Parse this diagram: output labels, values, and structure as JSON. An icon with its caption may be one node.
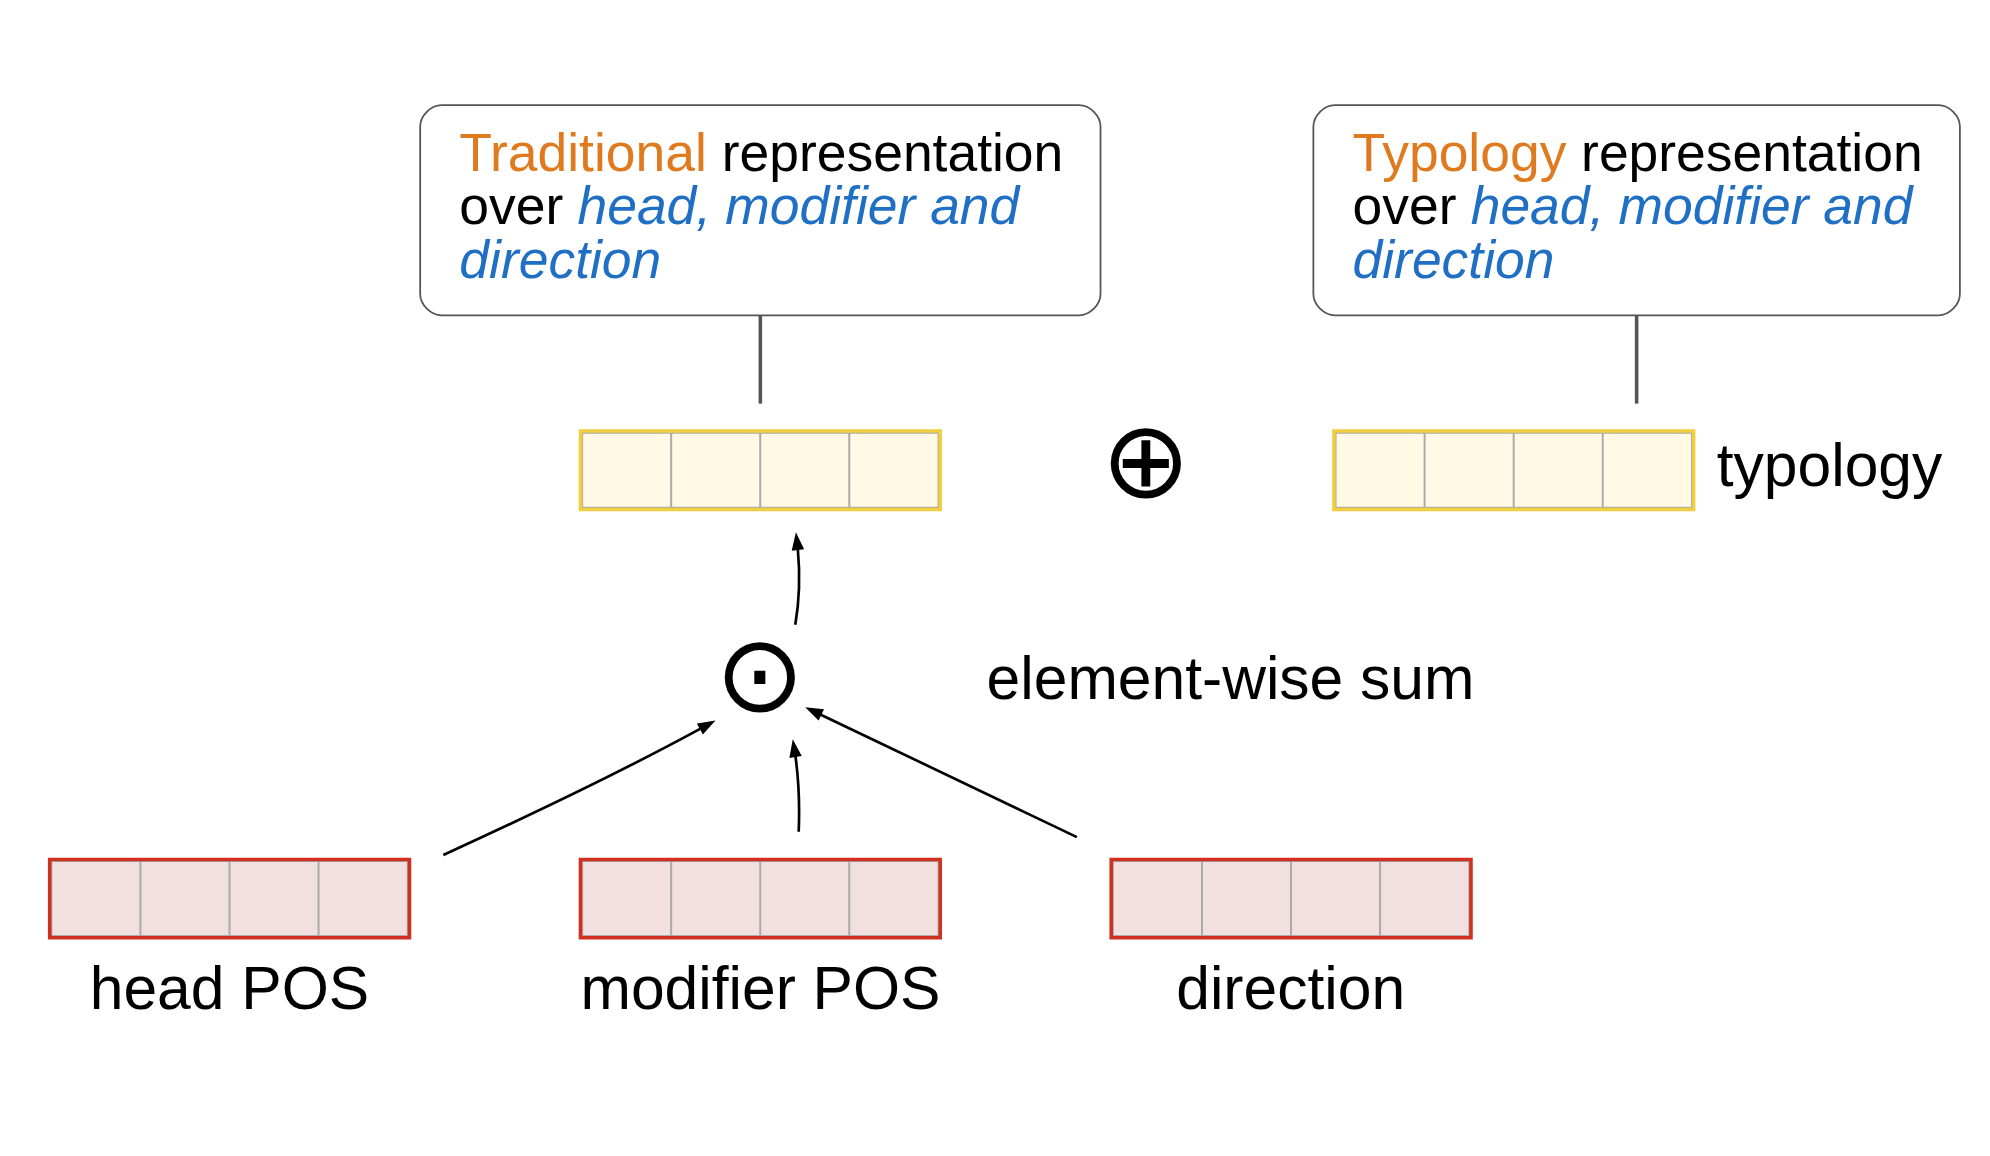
{
  "diagram": {
    "nodes": [
      {
        "text": [
          "Traditional representation over *head, modifier and direction*"
        ]
      },
      {
        "text": [
          "Typology representation over *head, modifier and direction*"
        ]
      },
      {
        "text": [],
        "shape": "bar"
      },
      {
        "text": [
          "⊕"
        ]
      },
      {
        "text": [],
        "shape": "bar",
        "beside": [
          "typology"
        ]
      },
      {
        "text": [
          "⊙"
        ]
      },
      {
        "text": [],
        "shape": "bar",
        "beside": [
          "head POS"
        ]
      },
      {
        "text": [],
        "shape": "bar",
        "beside": [
          "modifier POS"
        ]
      },
      {
        "text": [],
        "shape": "bar",
        "beside": [
          "direction"
        ]
      }
    ],
    "edges": [
      {
        "from": 0,
        "to": 2,
        "arrow": "none"
      },
      {
        "from": 1,
        "to": 4,
        "arrow": "none"
      },
      {
        "from": 5,
        "to": 2,
        "arrow": "to"
      },
      {
        "from": 6,
        "to": 5,
        "arrow": "to"
      },
      {
        "from": 7,
        "to": 5,
        "arrow": "to"
      },
      {
        "from": 8,
        "to": 5,
        "arrow": "to"
      }
    ],
    "labels": [
      "element-wise sum"
    ]
  }
}
